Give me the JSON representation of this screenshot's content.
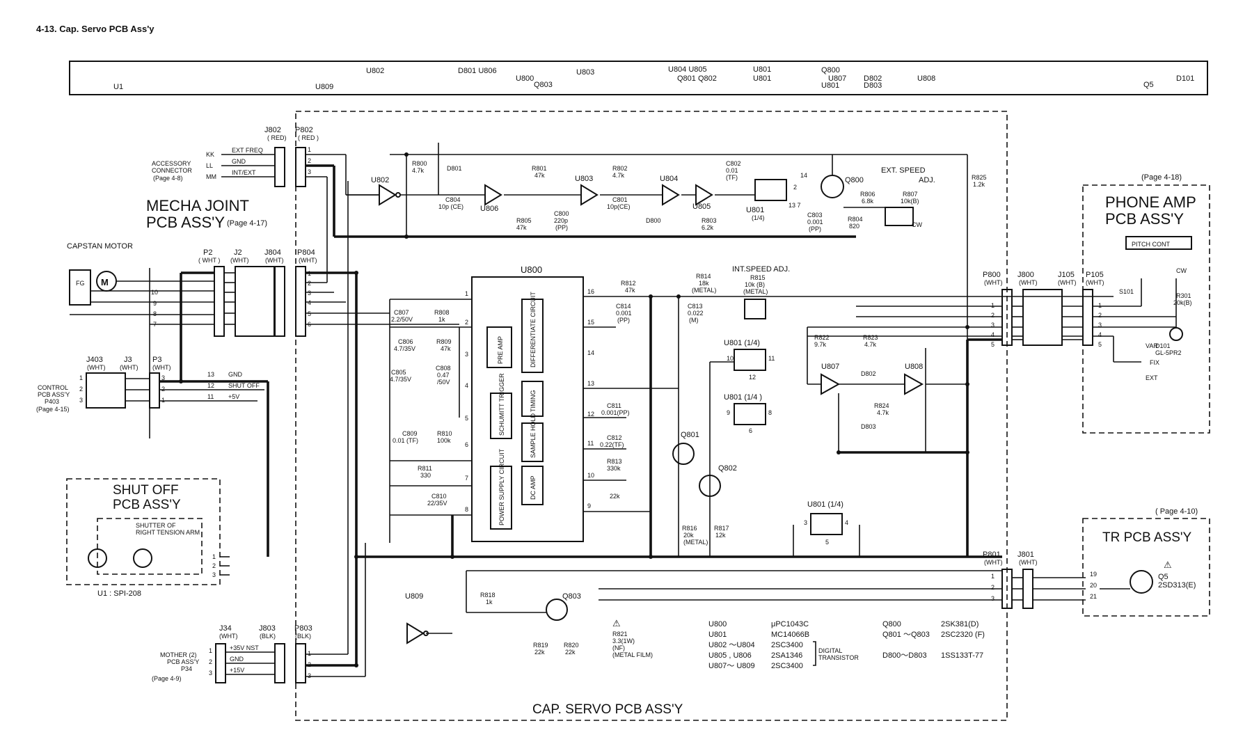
{
  "page": {
    "title": "4-13. Cap. Servo PCB Ass'y"
  },
  "location_bar": {
    "items": [
      {
        "label": "U1"
      },
      {
        "label": "U809"
      },
      {
        "label": "U802"
      },
      {
        "label": "D801 U806"
      },
      {
        "label": "U800"
      },
      {
        "label": "Q803"
      },
      {
        "label": "U803"
      },
      {
        "label": "U804 U805"
      },
      {
        "label": "Q801  Q802"
      },
      {
        "label": "U801"
      },
      {
        "label": "U801"
      },
      {
        "label": "Q800"
      },
      {
        "label": "U807"
      },
      {
        "label": "U801"
      },
      {
        "label": "D802"
      },
      {
        "label": "D803"
      },
      {
        "label": "U808"
      },
      {
        "label": "Q5"
      },
      {
        "label": "D101"
      }
    ]
  },
  "boards": {
    "mecha_joint": {
      "title_line1": "MECHA JOINT",
      "title_line2": "PCB ASS'Y",
      "ref": "(Page 4-17)"
    },
    "shut_off": {
      "title_line1": "SHUT OFF",
      "title_line2": "PCB ASS'Y",
      "shutter_line1": "SHUTTER OF",
      "shutter_line2": "RIGHT TENSION ARM",
      "part": "U1 : SPI-208"
    },
    "phone_amp": {
      "title_line1": "PHONE AMP",
      "title_line2": "PCB ASS'Y",
      "ref": "(Page 4-18)",
      "pitch": "PITCH CONT"
    },
    "tr_pcb": {
      "title": "TR PCB ASS'Y",
      "ref": "( Page 4-10)"
    },
    "cap_servo": {
      "title": "CAP. SERVO PCB ASS'Y"
    }
  },
  "motor": {
    "label": "CAPSTAN MOTOR",
    "fg": "FG",
    "m": "M"
  },
  "accessory": {
    "line1": "ACCESSORY",
    "line2": "CONNECTOR",
    "line3": "(Page 4-8)",
    "pins": [
      "KK",
      "LL",
      "MM"
    ],
    "signals": [
      "EXT FREQ",
      "GND",
      "INT/EXT"
    ]
  },
  "control_pcb": {
    "line1": "CONTROL",
    "line2": "PCB ASS'Y",
    "line3": "P403",
    "line4": "(Page 4-15)"
  },
  "mother_pcb": {
    "line1": "MOTHER (2)",
    "line2": "PCB ASS'Y",
    "line3": "P34",
    "line4": "(Page 4-9)",
    "signals": [
      "+35V NST",
      "GND",
      "+15V"
    ]
  },
  "connectors": [
    {
      "name": "J802",
      "color": "( RED)"
    },
    {
      "name": "P802",
      "color": "( RED )"
    },
    {
      "name": "P2",
      "color": "( WHT )"
    },
    {
      "name": "J2",
      "color": "(WHT)"
    },
    {
      "name": "J804",
      "color": "(WHT)"
    },
    {
      "name": "P804",
      "color": "(WHT)"
    },
    {
      "name": "J403",
      "color": "(WHT)"
    },
    {
      "name": "J3",
      "color": "(WHT)"
    },
    {
      "name": "P3",
      "color": "(WHT)"
    },
    {
      "name": "J34",
      "color": "(WHT)"
    },
    {
      "name": "J803",
      "color": "(BLK)"
    },
    {
      "name": "P803",
      "color": "(BLK)"
    },
    {
      "name": "P800",
      "color": "(WHT)"
    },
    {
      "name": "J800",
      "color": "(WHT)"
    },
    {
      "name": "J105",
      "color": "(WHT)"
    },
    {
      "name": "P105",
      "color": "(WHT)"
    },
    {
      "name": "P801",
      "color": "(WHT)"
    },
    {
      "name": "J801",
      "color": "(WHT)"
    }
  ],
  "p3_signals": [
    "GND",
    "SHUT OFF",
    "+5V"
  ],
  "u800": {
    "name": "U800",
    "blocks": [
      "PRE AMP",
      "DIFFERENTIATE CIRCUIT",
      "TIMING",
      "SCHUMITT TRIGGER",
      "SAMPLE HOLD",
      "DC AMP",
      "POWER SUPPLY CIRCUIT"
    ]
  },
  "components": {
    "R800": "R800\n4.7k",
    "D801": "D801",
    "C804": "C804\n10p (CE)",
    "R801": "R801\n47k",
    "R805": "R805\n47k",
    "C800": "C800\n220p\n(PP)",
    "R802": "R802\n4.7k",
    "C801": "C801\n10p(CE)",
    "D800": "D800",
    "C802": "C802\n0.01\n(TF)",
    "R803": "R803\n6.2k",
    "C803": "C803\n0.001\n(PP)",
    "R804": "R804\n820",
    "R806": "R806\n6.8k",
    "R807": "R807\n10k(B)",
    "R825": "R825\n1.2k",
    "C807": "C807\n2.2/50V",
    "R808": "R808\n1k",
    "C806": "C806\n4.7/35V",
    "R809": "R809\n47k",
    "C808": "C808\n0.47\n/50V",
    "C805": "C805\n4.7/35V",
    "C809": "C809\n0.01 (TF)",
    "R810": "R810\n100k",
    "R811": "R811\n330",
    "C810": "C810\n22/35V",
    "R812": "R812\n47k",
    "C814": "C814\n0.001\n(PP)",
    "R814": "R814\n18k\n(METAL)",
    "C813": "C813\n0.022\n(M)",
    "R815": "R815\n10k (B)\n(METAL)",
    "C811": "C811\n0.001(PP)",
    "C812": "C812\n0.22(TF)",
    "R813": "R813\n330k",
    "R813b": "22k",
    "R822": "R822\n9.7k",
    "R823": "R823\n4.7k",
    "R824": "R824\n4.7k",
    "D802": "D802",
    "D803": "D803",
    "R816": "R816\n20k\n(METAL)",
    "R817": "R817\n12k",
    "R818": "R818\n1k",
    "R819": "R819\n22k",
    "R820": "R820\n22k",
    "R821": "R821\n3.3(1W)\n(NF)\n(METAL FILM)",
    "R301": "R301\n20k(B)",
    "S101": "S101",
    "D101": "D101\nGL-5PR2",
    "Q5": "Q5\n2SD313(E)"
  },
  "labels": {
    "ext_speed": "EXT. SPEED\nADJ.",
    "int_speed": "INT.SPEED ADJ.",
    "cw": "CW",
    "var": "VAR",
    "fix": "FIX",
    "ext": "EXT",
    "u801_quarter": "(1/4)",
    "u801_a": "U801 (1/4)",
    "u801_b": "U801 (1/4 )",
    "u801_c": "U801 (1/4)"
  },
  "parts_list": {
    "left": [
      {
        "ref": "U800",
        "part": "μPC1043C"
      },
      {
        "ref": "U801",
        "part": "MC14066B"
      },
      {
        "ref": "U802 ～U804",
        "part": "2SC3400"
      },
      {
        "ref": "U805 , U806",
        "part": "2SA1346"
      },
      {
        "ref": "U807～ U809",
        "part": "2SC3400"
      }
    ],
    "bracket": "DIGITAL\nTRANSISTOR",
    "right": [
      {
        "ref": "Q800",
        "part": "2SK381(D)"
      },
      {
        "ref": "Q801 ～Q803",
        "part": "2SC2320 (F)"
      },
      {
        "ref": "D800～D803",
        "part": "1SS133T-77"
      }
    ]
  }
}
